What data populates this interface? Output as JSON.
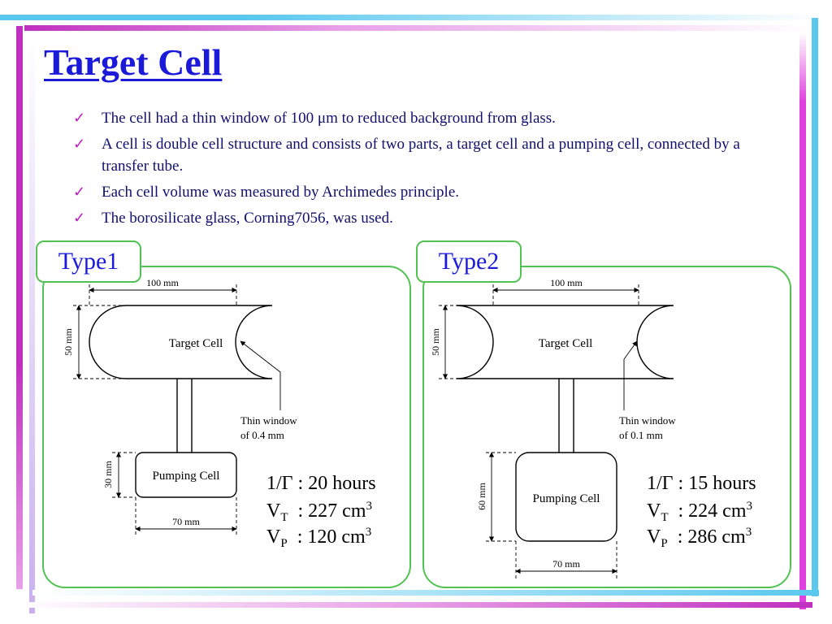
{
  "slide": {
    "title": "Target Cell",
    "bullets": [
      {
        "text": "The cell had a thin window of 100 μm to reduced background from glass."
      },
      {
        "text": "A cell is double cell structure and consists of two parts, a target cell and a pumping cell, connected by a transfer tube."
      },
      {
        "text": "Each cell volume was measured by Archimedes principle."
      },
      {
        "text": "The borosilicate glass, Corning7056, was used."
      }
    ],
    "bullet_icon": "checkmark-icon"
  },
  "colors": {
    "title": "#1a1ad8",
    "body_text": "#10106e",
    "panel_border": "#52c252",
    "accent_magenta": "#e040e0",
    "accent_cyan": "#5ac8ee"
  },
  "type1": {
    "tab_label": "Type1",
    "dims": {
      "target_width": "100 mm",
      "target_height": "50 mm",
      "pump_height": "30 mm",
      "pump_width": "70 mm"
    },
    "labels": {
      "target": "Target Cell",
      "pump": "Pumping Cell",
      "window_line1": "Thin window",
      "window_line2": "of 0.4 mm"
    },
    "stats": {
      "lifetime": "1/Γ : 20 hours",
      "vt_prefix": "V",
      "vt_sub": "T",
      "vt_value": "  : 227 cm",
      "vt_sup": "3",
      "vp_prefix": "V",
      "vp_sub": "P",
      "vp_value": "  : 120 cm",
      "vp_sup": "3"
    }
  },
  "type2": {
    "tab_label": "Type2",
    "dims": {
      "target_width": "100 mm",
      "target_height": "50 mm",
      "pump_height": "60 mm",
      "pump_width": "70 mm"
    },
    "labels": {
      "target": "Target Cell",
      "pump": "Pumping Cell",
      "window_line1": "Thin window",
      "window_line2": "of 0.1 mm"
    },
    "stats": {
      "lifetime": "1/Γ : 15 hours",
      "vt_prefix": "V",
      "vt_sub": "T",
      "vt_value": "  : 224 cm",
      "vt_sup": "3",
      "vp_prefix": "V",
      "vp_sub": "P",
      "vp_value": "  : 286 cm",
      "vp_sup": "3"
    }
  }
}
